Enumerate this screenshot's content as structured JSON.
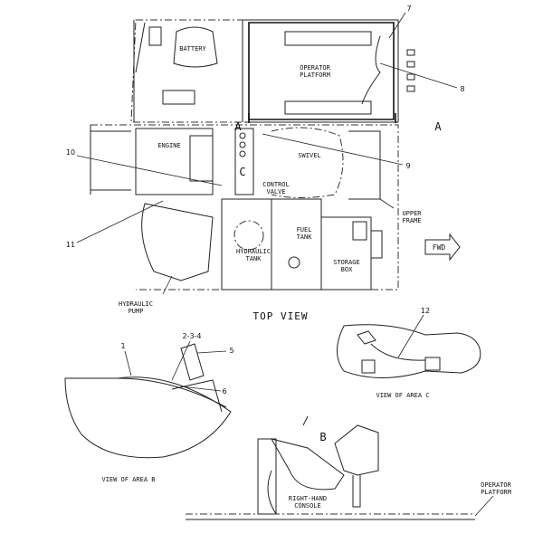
{
  "diagram": {
    "top_view": {
      "title": "TOP VIEW",
      "components": {
        "battery": "BATTERY",
        "operator_platform": [
          "OPERATOR",
          "PLATFORM"
        ],
        "engine": "ENGINE",
        "swivel": "SWIVEL",
        "control_valve": [
          "CONTROL",
          "VALVE"
        ],
        "upper_frame": [
          "UPPER",
          "FRAME"
        ],
        "fuel_tank": [
          "FUEL",
          "TANK"
        ],
        "hydraulic_tank": [
          "HYDRAULIC",
          "TANK"
        ],
        "storage_box": [
          "STORAGE",
          "BOX"
        ],
        "hydraulic_pump": [
          "HYDRAULIC",
          "PUMP"
        ]
      },
      "section_markers": {
        "a_left": "A",
        "a_right": "A",
        "c": "C"
      },
      "direction_label": "FWD",
      "callouts": [
        "7",
        "8",
        "9",
        "10",
        "11"
      ]
    },
    "view_area_c": {
      "title": "VIEW OF AREA C",
      "callouts": [
        "12"
      ]
    },
    "view_area_b": {
      "title": "VIEW OF AREA B",
      "callouts": [
        "1",
        "2-3-4",
        "5",
        "6"
      ]
    },
    "section_a": {
      "marker_b": "B",
      "console": [
        "RIGHT-HAND",
        "CONSOLE"
      ],
      "platform": [
        "OPERATOR",
        "PLATFORM"
      ]
    }
  }
}
